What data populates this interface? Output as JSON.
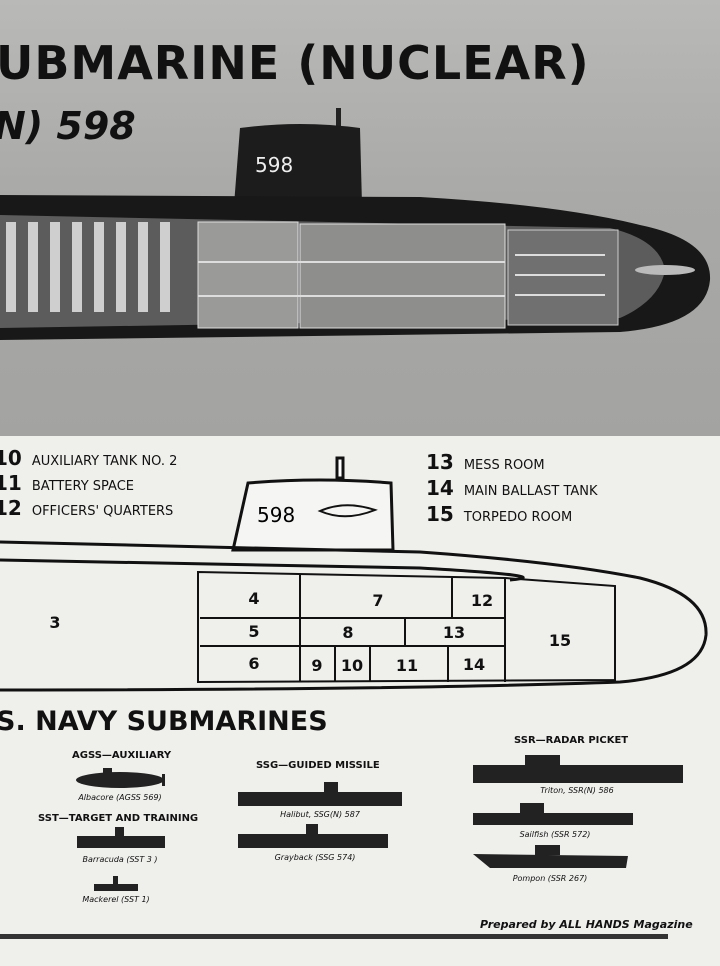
{
  "header": {
    "title_line1": "UBMARINE (NUCLEAR)",
    "title_line2": "N) 598"
  },
  "photo": {
    "hull_number": "598"
  },
  "legend": [
    {
      "num": "10",
      "label": "AUXILIARY TANK NO. 2"
    },
    {
      "num": "11",
      "label": "BATTERY SPACE"
    },
    {
      "num": "12",
      "label": "OFFICERS' QUARTERS"
    },
    {
      "num": "13",
      "label": "MESS ROOM"
    },
    {
      "num": "14",
      "label": "MAIN BALLAST TANK"
    },
    {
      "num": "15",
      "label": "TORPEDO ROOM"
    }
  ],
  "diagram": {
    "hull_number": "598",
    "compartments": [
      "3",
      "4",
      "5",
      "6",
      "7",
      "8",
      "9",
      "10",
      "11",
      "12",
      "13",
      "14",
      "15"
    ]
  },
  "section_title": "S. NAVY SUBMARINES",
  "categories": [
    {
      "title": "AGSS—AUXILIARY",
      "subs": [
        "Albacore (AGSS 569)"
      ]
    },
    {
      "title": "SST—TARGET AND TRAINING",
      "subs": [
        "Barracuda (SST 3 )",
        "Mackerel (SST 1)"
      ]
    },
    {
      "title": "SSG—GUIDED MISSILE",
      "subs": [
        "Halibut, SSG(N) 587",
        "Grayback (SSG 574)"
      ]
    },
    {
      "title": "SSR—RADAR PICKET",
      "subs": [
        "Triton, SSR(N) 586",
        "Sailfish (SSR 572)",
        "Pompon (SSR 267)"
      ]
    }
  ],
  "credit": "Prepared by ALL HANDS Magazine"
}
